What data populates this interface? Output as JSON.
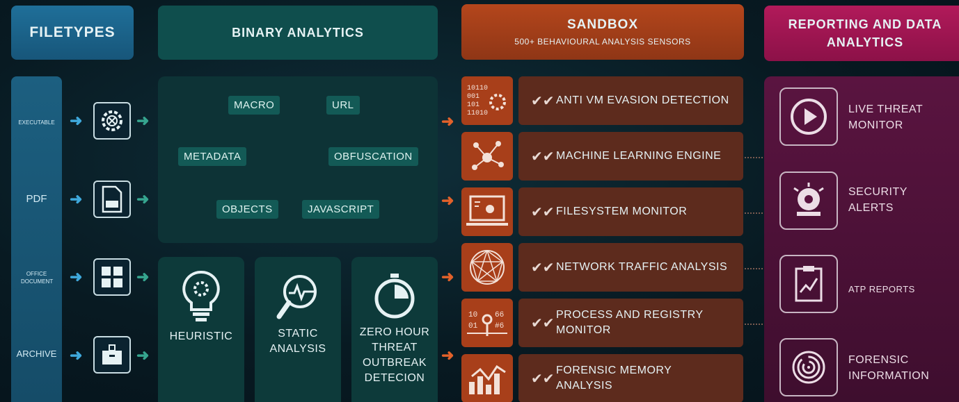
{
  "headers": {
    "filetypes": "FILETYPES",
    "binary": "BINARY ANALYTICS",
    "sandbox": "SANDBOX",
    "sandbox_sub": "500+ BEHAVIOURAL ANALYSIS SENSORS",
    "reporting": "REPORTING AND DATA ANALYTICS"
  },
  "filetypes": [
    "EXECUTABLE",
    "PDF",
    "OFFICE DOCUMENT",
    "ARCHIVE"
  ],
  "binary_tags": [
    "MACRO",
    "URL",
    "METADATA",
    "OBFUSCATION",
    "OBJECTS",
    "JAVASCRIPT"
  ],
  "tools": [
    "HEURISTIC",
    "STATIC ANALYSIS",
    "ZERO HOUR THREAT OUTBREAK DETECION"
  ],
  "sandbox_items": [
    "ANTI VM EVASION DETECTION",
    "MACHINE LEARNING ENGINE",
    "FILESYSTEM MONITOR",
    "NETWORK TRAFFIC ANALYSIS",
    "PROCESS AND REGISTRY MONITOR",
    "FORENSIC MEMORY ANALYSIS"
  ],
  "sandbox_icon_text": {
    "binary_lines": [
      "10110",
      "001",
      "101",
      "11010"
    ],
    "registry": [
      "10",
      "01",
      "66",
      "#6"
    ]
  },
  "reports": [
    "LIVE THREAT MONITOR",
    "SECURITY ALERTS",
    "ATP REPORTS",
    "FORENSIC INFORMATION"
  ],
  "colors": {
    "filetypes": "#1f6f99",
    "binary": "#0f4e4d",
    "sandbox": "#b4461c",
    "reporting": "#b11a5a"
  }
}
